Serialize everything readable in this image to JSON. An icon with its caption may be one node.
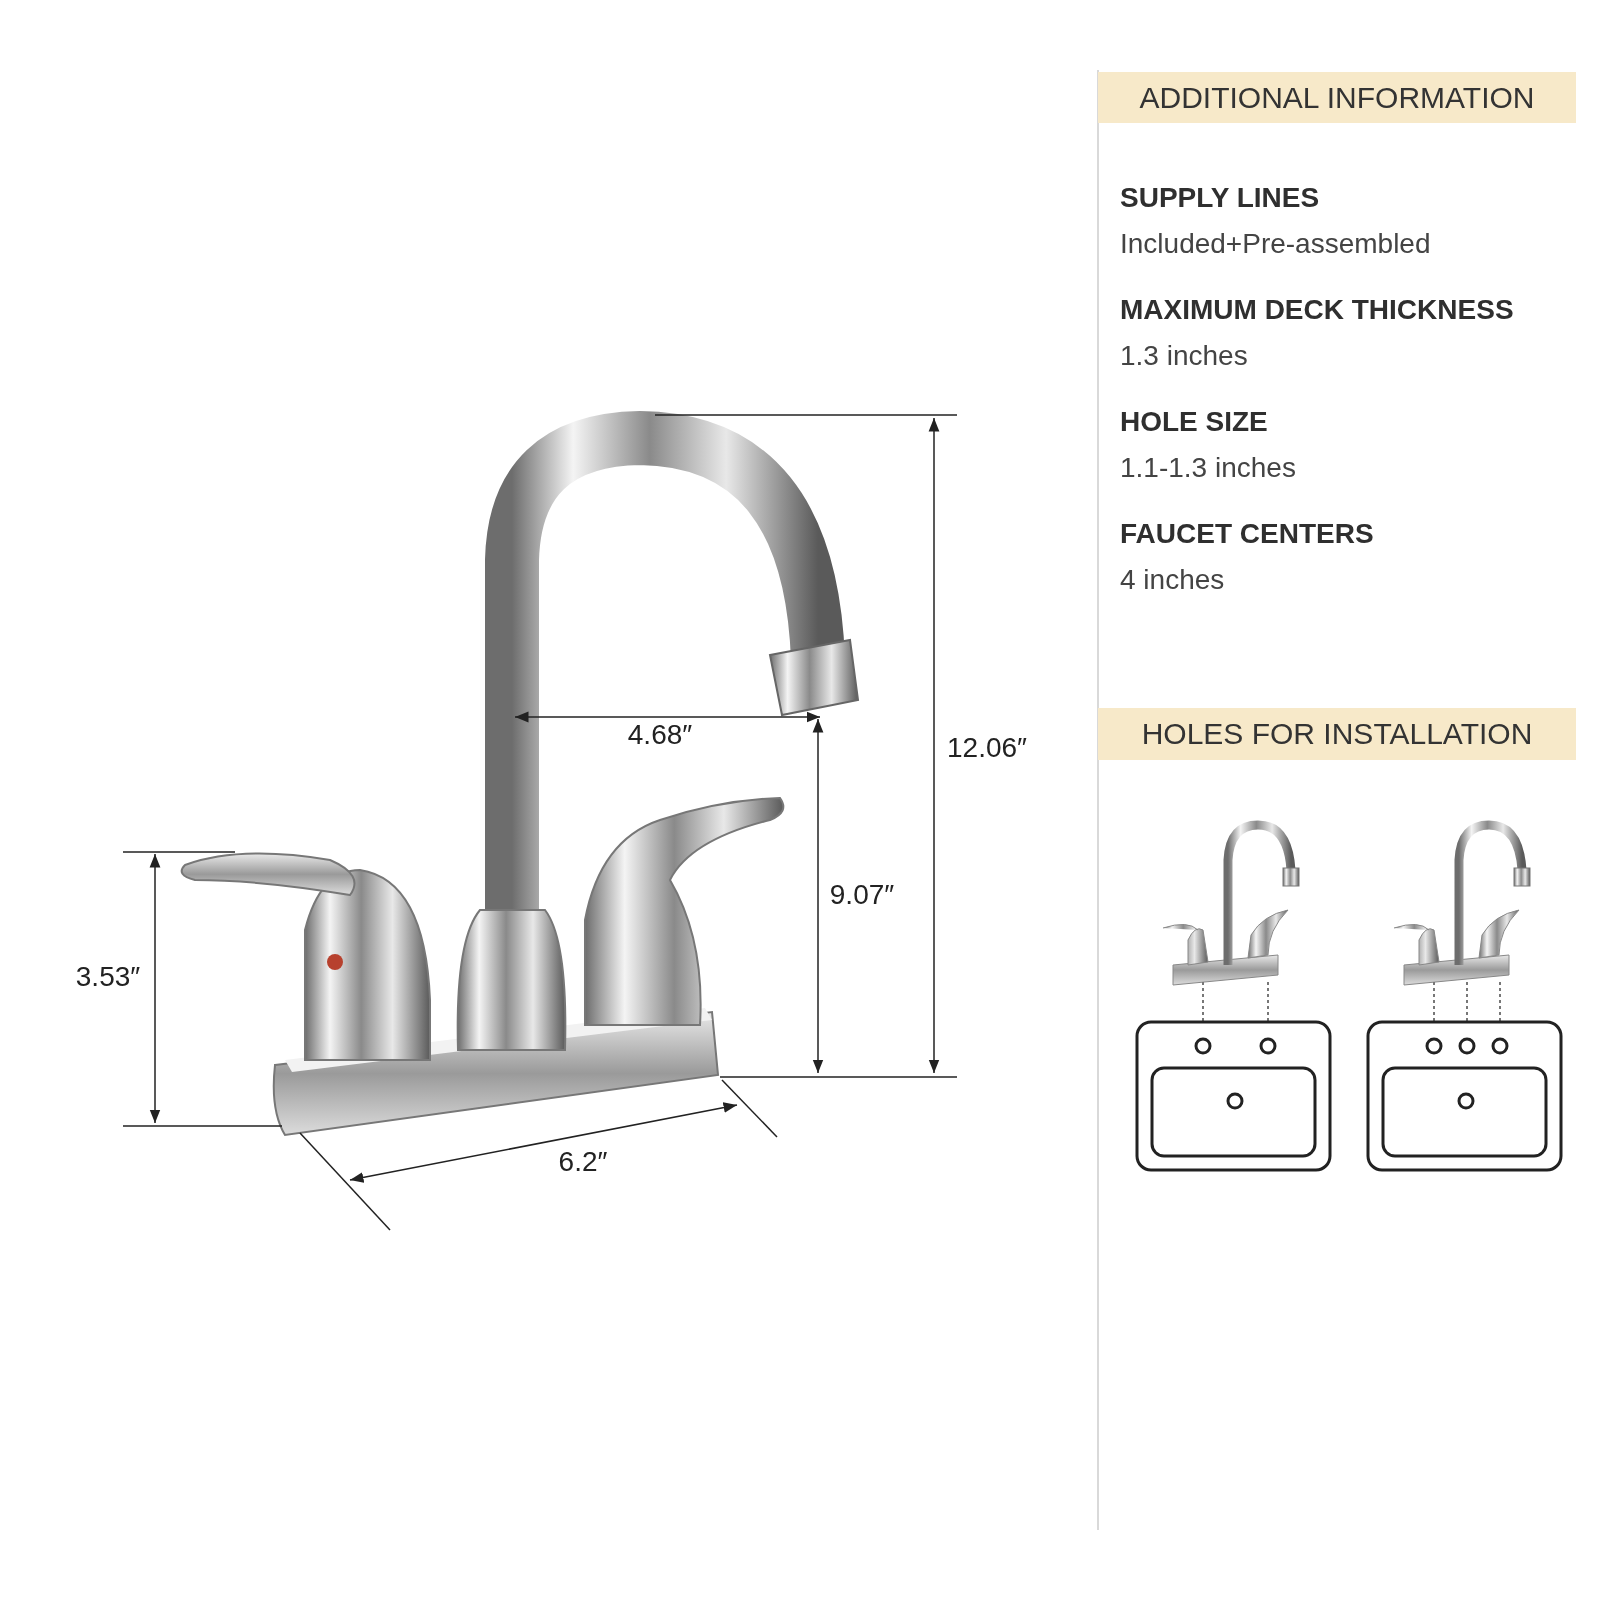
{
  "diagram": {
    "nodes": [
      {
        "text": [
          "ADDITIONAL INFORMATION"
        ]
      },
      {
        "text": [
          "HOLES FOR INSTALLATION"
        ]
      }
    ],
    "labels": [
      "3.53″",
      "4.68″",
      "12.06″",
      "9.07″",
      "6.2″",
      "SUPPLY LINES",
      "Included+Pre-assembled",
      "MAXIMUM DECK THICKNESS",
      "1.3 inches",
      "HOLE SIZE",
      "1.1-1.3 inches",
      "FAUCET CENTERS",
      "4 inches"
    ]
  }
}
